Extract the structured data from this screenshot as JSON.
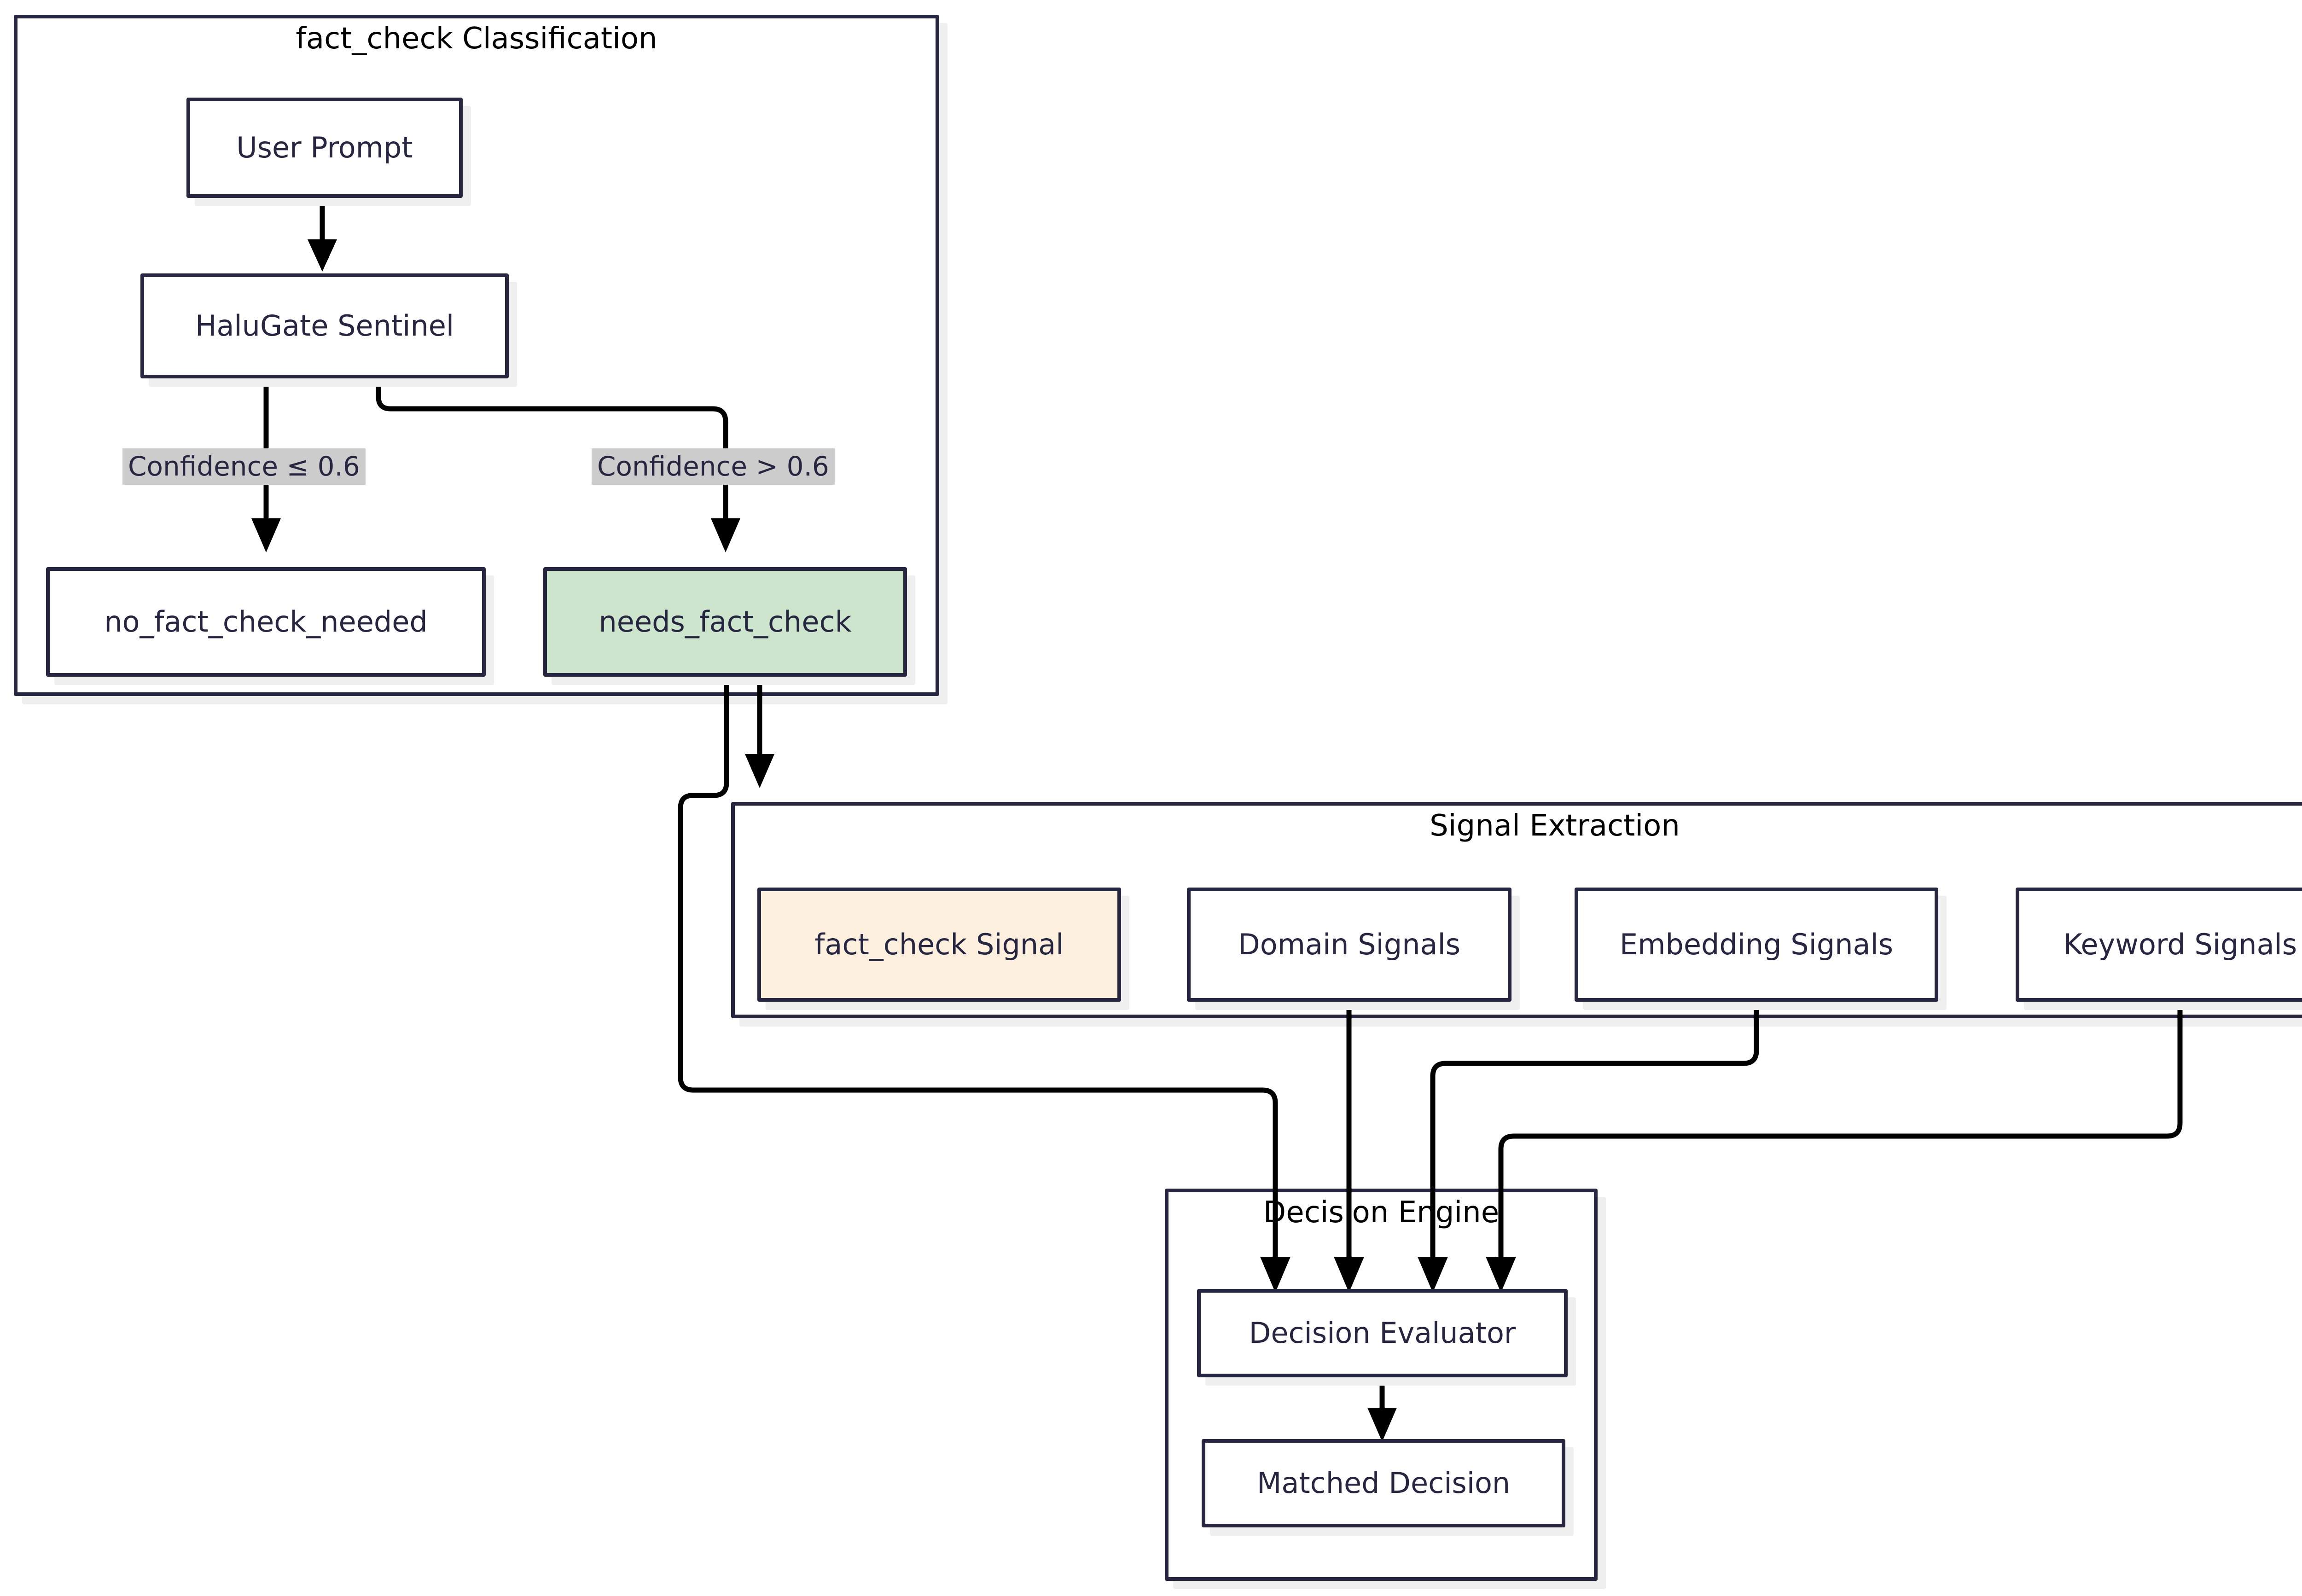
{
  "diagram": {
    "type": "flowchart",
    "theme": {
      "border_color": "#262640",
      "node_text_color": "#262640",
      "title_text_color": "#000000",
      "edge_color": "#000000",
      "shadow_color": "#efefef",
      "highlight_green": "#cde4cd",
      "highlight_orange": "#fdf0df",
      "edge_label_background": "#cccccc",
      "canvas_background": "#ffffff"
    }
  },
  "clusters": [
    {
      "id": "fact-check-classification",
      "title": "fact_check Classification"
    },
    {
      "id": "signal-extraction",
      "title": "Signal Extraction"
    },
    {
      "id": "decision-engine",
      "title": "Decision Engine"
    }
  ],
  "nodes": {
    "user_prompt": {
      "label": "User Prompt",
      "fill": "white"
    },
    "halugate_sentinel": {
      "label": "HaluGate Sentinel",
      "fill": "white"
    },
    "no_fact_check_needed": {
      "label": "no_fact_check_needed",
      "fill": "white"
    },
    "needs_fact_check": {
      "label": "needs_fact_check",
      "fill": "green"
    },
    "fact_check_signal": {
      "label": "fact_check Signal",
      "fill": "orange"
    },
    "domain_signals": {
      "label": "Domain Signals",
      "fill": "white"
    },
    "embedding_signals": {
      "label": "Embedding Signals",
      "fill": "white"
    },
    "keyword_signals": {
      "label": "Keyword Signals",
      "fill": "white"
    },
    "decision_evaluator": {
      "label": "Decision Evaluator",
      "fill": "white"
    },
    "matched_decision": {
      "label": "Matched Decision",
      "fill": "white"
    }
  },
  "edge_labels": {
    "low_confidence": "Confidence ≤ 0.6",
    "high_confidence": "Confidence > 0.6"
  },
  "edges": [
    {
      "from": "user_prompt",
      "to": "halugate_sentinel",
      "label": ""
    },
    {
      "from": "halugate_sentinel",
      "to": "no_fact_check_needed",
      "label": "Confidence ≤ 0.6"
    },
    {
      "from": "halugate_sentinel",
      "to": "needs_fact_check",
      "label": "Confidence > 0.6"
    },
    {
      "from": "needs_fact_check",
      "to": "signal-extraction",
      "label": ""
    },
    {
      "from": "needs_fact_check",
      "to": "decision_evaluator",
      "label": ""
    },
    {
      "from": "domain_signals",
      "to": "decision_evaluator",
      "label": ""
    },
    {
      "from": "embedding_signals",
      "to": "decision_evaluator",
      "label": ""
    },
    {
      "from": "keyword_signals",
      "to": "decision_evaluator",
      "label": ""
    },
    {
      "from": "decision_evaluator",
      "to": "matched_decision",
      "label": ""
    }
  ]
}
